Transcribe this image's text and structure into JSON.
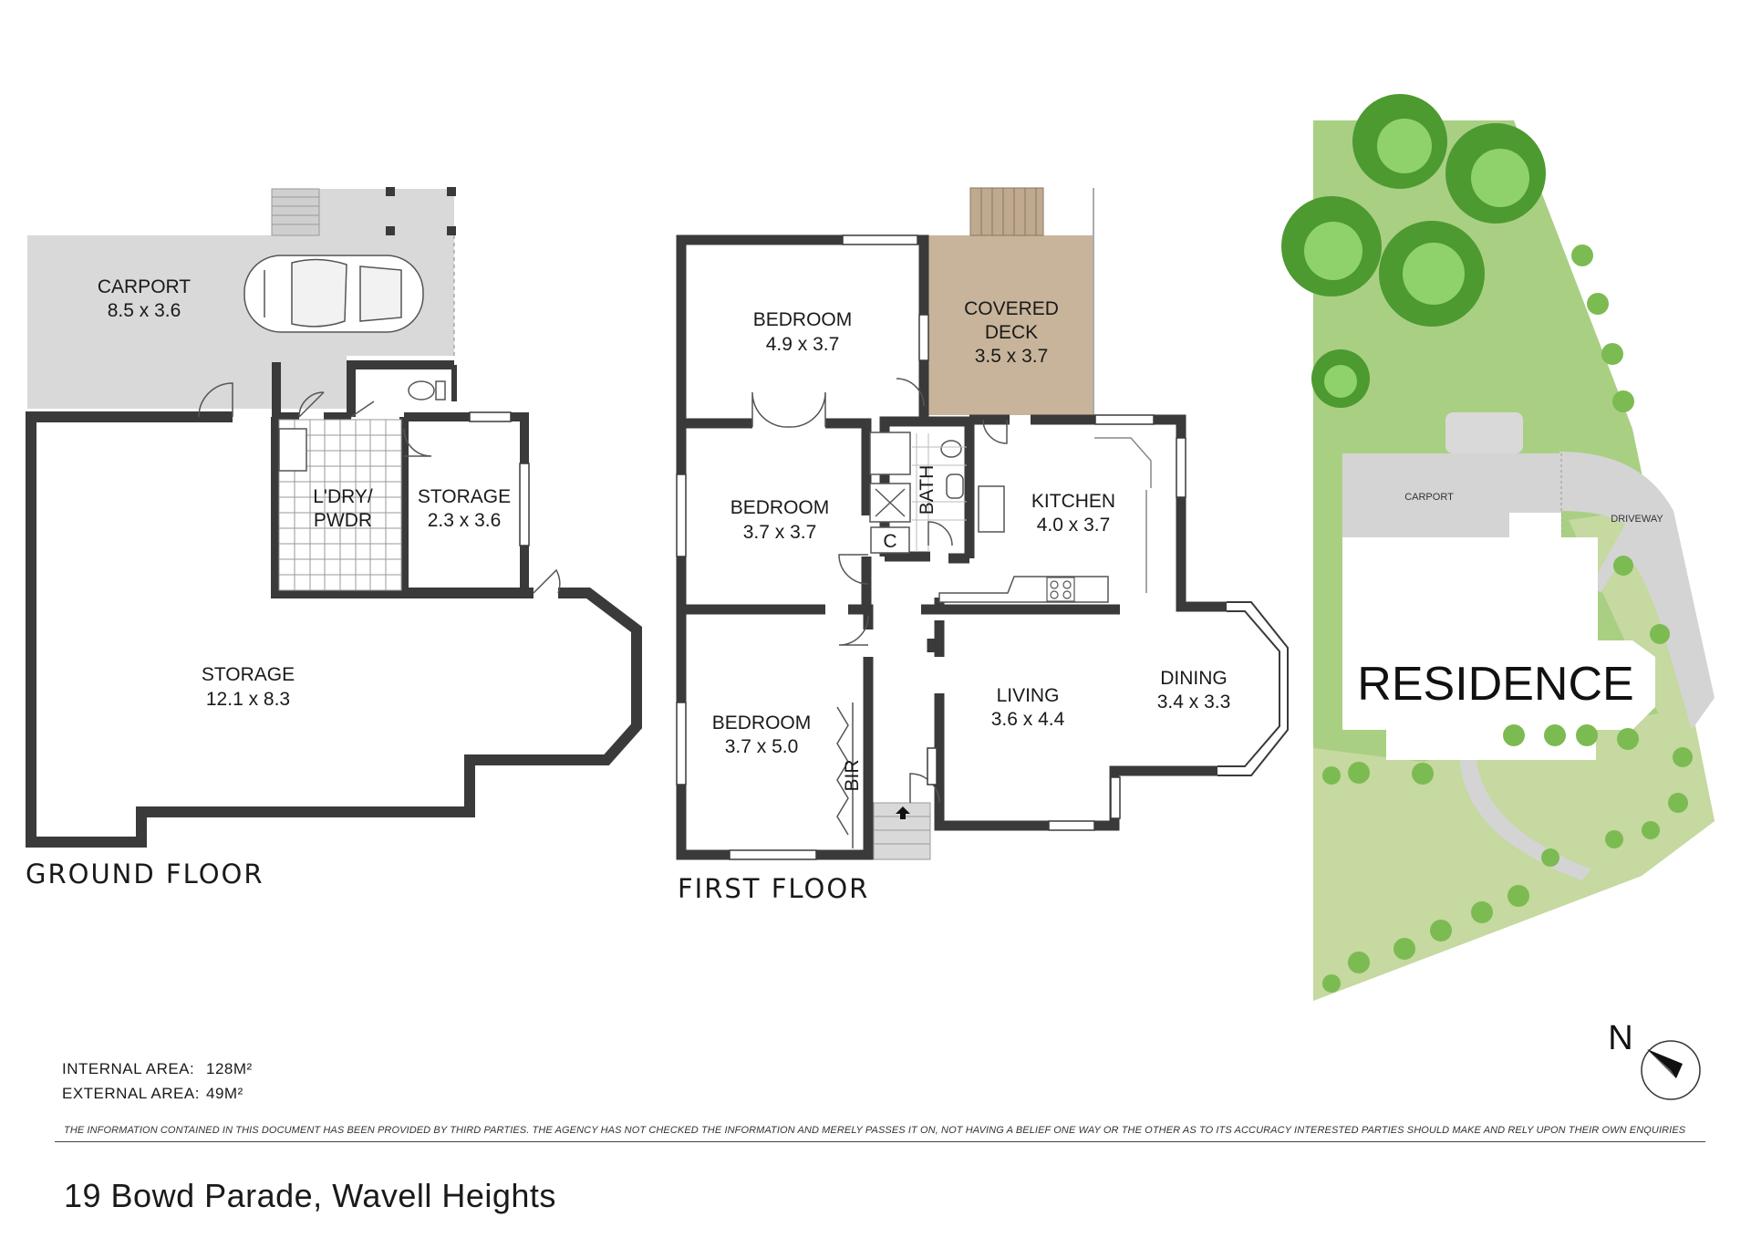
{
  "rooms": {
    "carport": {
      "name": "CARPORT",
      "dim": "8.5 x 3.6"
    },
    "gf_storage": {
      "name": "STORAGE",
      "dim": "12.1 x 8.3"
    },
    "laundry": {
      "name_1": "L'DRY/",
      "name_2": "PWDR"
    },
    "small_storage": {
      "name": "STORAGE",
      "dim": "2.3 x 3.6"
    },
    "bedroom1": {
      "name": "BEDROOM",
      "dim": "4.9 x 3.7"
    },
    "covered_deck": {
      "name_1": "COVERED",
      "name_2": "DECK",
      "dim": "3.5 x 3.7"
    },
    "bedroom2": {
      "name": "BEDROOM",
      "dim": "3.7 x 3.7"
    },
    "bath": {
      "name": "BATH"
    },
    "cupboard": {
      "name": "C"
    },
    "kitchen": {
      "name": "KITCHEN",
      "dim": "4.0 x 3.7"
    },
    "bedroom3": {
      "name": "BEDROOM",
      "dim": "3.7 x 5.0"
    },
    "bir": {
      "name": "BIR"
    },
    "living": {
      "name": "LIVING",
      "dim": "3.6 x 4.4"
    },
    "dining": {
      "name": "DINING",
      "dim": "3.4 x 3.3"
    }
  },
  "floors": {
    "ground": "GROUND FLOOR",
    "first": "FIRST FLOOR"
  },
  "site": {
    "residence": "RESIDENCE",
    "carport": "CARPORT",
    "driveway": "DRIVEWAY"
  },
  "compass": {
    "label": "N"
  },
  "areas": {
    "internal_label": "INTERNAL AREA:",
    "internal_value": "128M²",
    "external_label": "EXTERNAL AREA:",
    "external_value": "49M²"
  },
  "disclaimer": "THE INFORMATION CONTAINED IN THIS DOCUMENT HAS BEEN PROVIDED BY THIRD PARTIES. THE AGENCY HAS NOT CHECKED THE INFORMATION AND MERELY PASSES IT ON, NOT HAVING A BELIEF ONE WAY OR   THE OTHER AS TO ITS ACCURACY   INTERESTED PARTIES SHOULD MAKE AND RELY UPON THEIR OWN ENQUIRIES",
  "address": "19 Bowd Parade, Wavell Heights",
  "colors": {
    "wall": "#3a3a3a",
    "carport": "#d9d9d9",
    "deck": "#c8b49a",
    "lawn": "#a9cf83",
    "tree": "#5aa83a",
    "path": "#d4d4d4"
  }
}
